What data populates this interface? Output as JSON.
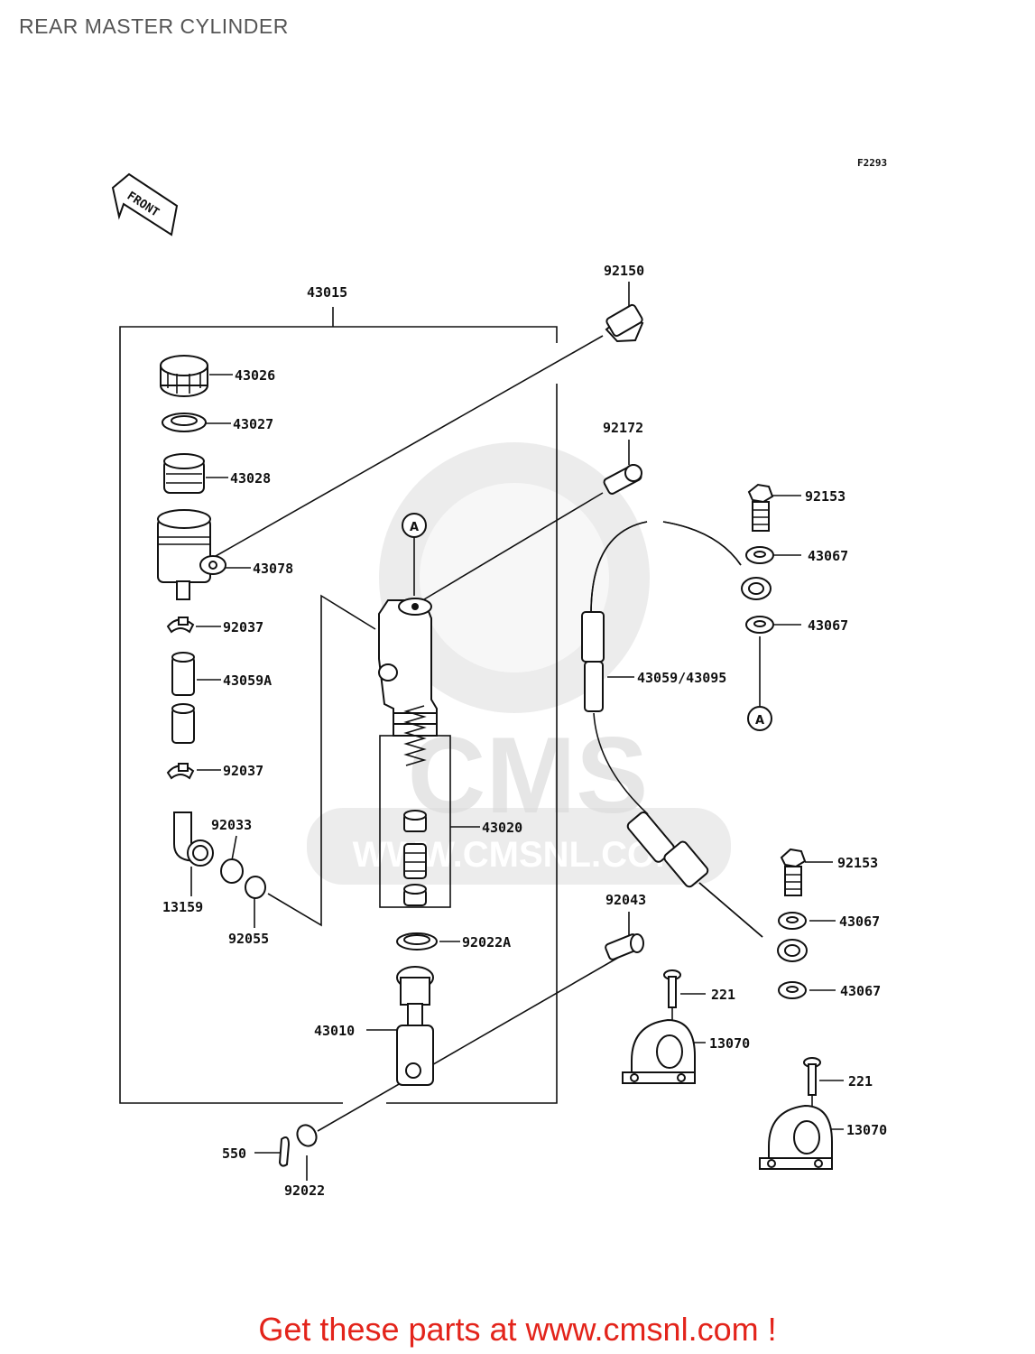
{
  "page": {
    "title": "REAR MASTER CYLINDER",
    "figure_id": "F2293",
    "front_marker": "FRONT",
    "watermark": {
      "logo": "CMS",
      "url": "WWW.CMSNL.COM"
    },
    "promo": "Get these parts at www.cmsnl.com !"
  },
  "parts": {
    "p43015": "43015",
    "p92150": "92150",
    "p92172": "92172",
    "p43026": "43026",
    "p43027": "43027",
    "p43028": "43028",
    "p43078": "43078",
    "p92037a": "92037",
    "p43059a": "43059A",
    "p92037b": "92037",
    "p92033": "92033",
    "p13159": "13159",
    "p92055": "92055",
    "p43020": "43020",
    "p92022a": "92022A",
    "p43010": "43010",
    "p550": "550",
    "p92022": "92022",
    "p92153a": "92153",
    "p43067a": "43067",
    "p43067b": "43067",
    "p43059_43095": "43059/43095",
    "p92153b": "92153",
    "p43067c": "43067",
    "p43067d": "43067",
    "p92043": "92043",
    "p221a": "221",
    "p13070a": "13070",
    "p221b": "221",
    "p13070b": "13070"
  },
  "callouts": {
    "a1": "A",
    "a2": "A"
  }
}
